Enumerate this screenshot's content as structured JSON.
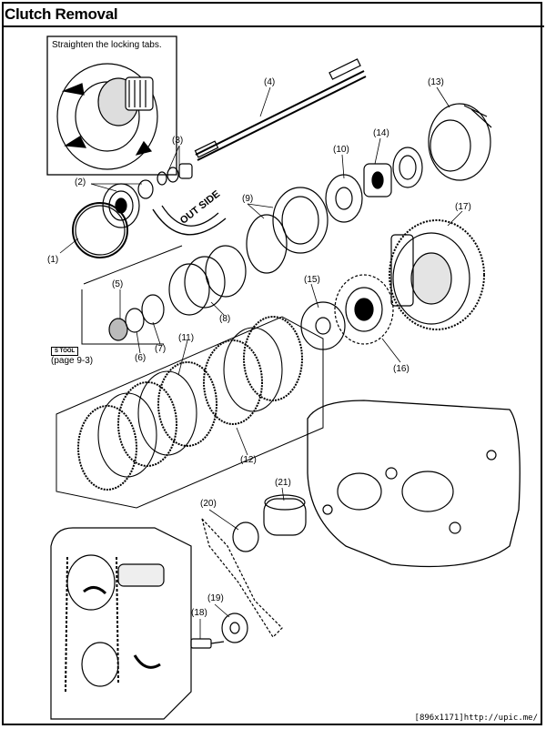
{
  "title": "Clutch Removal",
  "inset_note": "Straighten the locking tabs.",
  "side_label": "OUT SIDE",
  "tool_badge": "S TOOL",
  "page_ref": "(page 9-3)",
  "callouts": [
    "(1)",
    "(2)",
    "(3)",
    "(4)",
    "(5)",
    "(6)",
    "(7)",
    "(8)",
    "(9)",
    "(10)",
    "(11)",
    "(12)",
    "(13)",
    "(14)",
    "(15)",
    "(16)",
    "(17)",
    "(18)",
    "(19)",
    "(20)",
    "(21)"
  ],
  "footer": "[896x1171]http://upic.me/"
}
